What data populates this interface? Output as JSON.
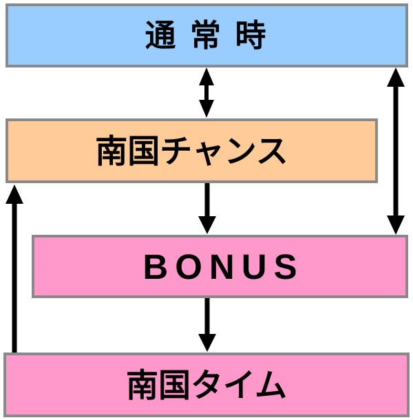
{
  "diagram": {
    "type": "state-flow",
    "boxes": [
      {
        "id": "normal",
        "label": "通 常 時",
        "bg": "#99ccff"
      },
      {
        "id": "nangoku-chance",
        "label": "南国チャンス",
        "bg": "#ffcc99"
      },
      {
        "id": "bonus",
        "label": "BONUS",
        "bg": "#ff99cc"
      },
      {
        "id": "nangoku-time",
        "label": "南国タイム",
        "bg": "#ff99cc"
      }
    ],
    "arrows": [
      {
        "from": "normal",
        "to": "nangoku-chance",
        "direction": "both",
        "position": "center"
      },
      {
        "from": "nangoku-chance",
        "to": "bonus",
        "direction": "down",
        "position": "center"
      },
      {
        "from": "bonus",
        "to": "nangoku-time",
        "direction": "down",
        "position": "center"
      },
      {
        "from": "normal",
        "to": "bonus",
        "direction": "both",
        "position": "right"
      },
      {
        "from": "nangoku-time",
        "to": "nangoku-chance",
        "direction": "up",
        "position": "left"
      }
    ],
    "colors": {
      "background": "#ffffff",
      "box_border": "#898989",
      "arrow": "#000000",
      "text": "#000000",
      "blue": "#99ccff",
      "orange": "#ffcc99",
      "pink": "#ff99cc"
    }
  }
}
